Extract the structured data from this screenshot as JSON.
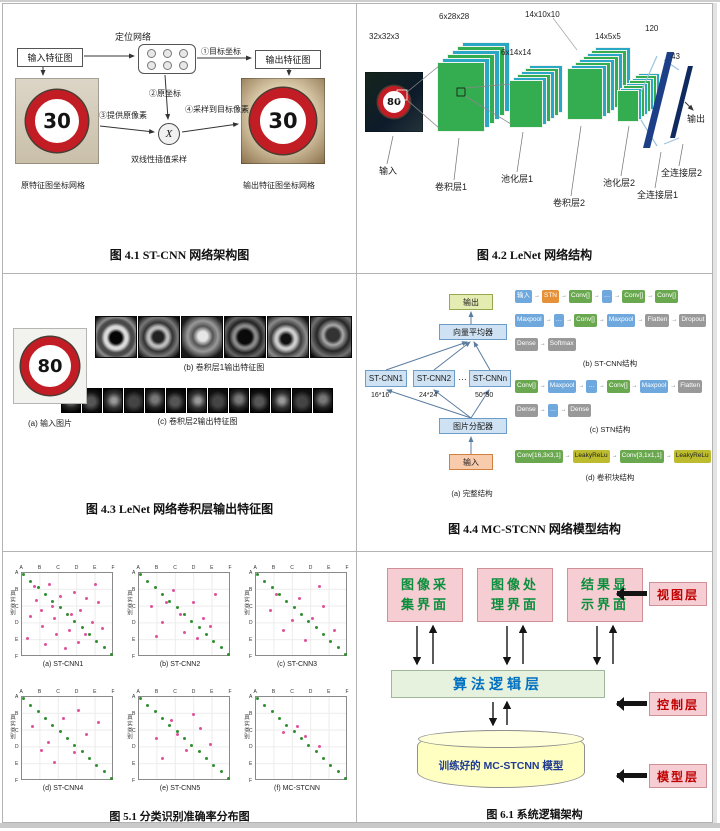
{
  "captions": {
    "fig41": "图 4.1 ST-CNN 网络架构图",
    "fig42": "图 4.2 LeNet 网络结构",
    "fig43": "图 4.3 LeNet 网络卷积层输出特征图",
    "fig44": "图 4.4 MC-STCNN 网络模型结构",
    "fig51": "图 5.1 分类识别准确率分布图",
    "fig61": "图 6.1  系统逻辑架构"
  },
  "stcnn": {
    "input_feature_map": "输入特征图",
    "localization_net": "定位网络",
    "output_feature_map": "输出特征图",
    "step1": "①目标坐标",
    "step2": "②原坐标",
    "step3": "③提供原像素",
    "step4": "④采样到目标像素",
    "sampler_label": "双线性插值采样",
    "x_symbol": "X",
    "left_grid_label": "原特征图坐标网格",
    "right_grid_label": "输出特征图坐标网格",
    "sign_text": "30"
  },
  "lenet": {
    "sign_text": "80",
    "sizes": {
      "input": "32x32x3",
      "conv1": "6x28x28",
      "pool1": "6x14x14",
      "conv2": "14x10x10",
      "pool2": "14x5x5",
      "fc1": "120",
      "fc2": "43"
    },
    "layers": {
      "input": "输入",
      "conv1": "卷积层1",
      "pool1": "池化层1",
      "conv2": "卷积层2",
      "pool2": "池化层2",
      "fc1": "全连接层1",
      "fc2": "全连接层2",
      "output": "输出"
    }
  },
  "featmaps": {
    "sign_text": "80",
    "label_a": "(a) 输入图片",
    "label_b": "(b) 卷积层1输出特征图",
    "label_c": "(c) 卷积层2输出特征图",
    "conv1_count": 6,
    "conv2_count": 13
  },
  "mcstcnn": {
    "left": {
      "output": "输出",
      "averager": "向量平均器",
      "nets": [
        "ST-CNN1",
        "ST-CNN2",
        "ST-CNNn"
      ],
      "dots": "…",
      "sizes": [
        "16*16",
        "24*24",
        "50*50"
      ],
      "dispatcher": "图片分配器",
      "input": "输入",
      "caption": "(a) 完整结构"
    },
    "chip_colors": {
      "green": "#6aa84f",
      "orange": "#e69138",
      "blue": "#6fa8dc",
      "gray": "#999999",
      "yellow": "#bcbc2e"
    },
    "rows": {
      "b1": [
        {
          "t": "输入",
          "c": "blue"
        },
        {
          "t": "STN",
          "c": "orange"
        },
        {
          "t": "Conv[]",
          "c": "green"
        },
        {
          "t": "…",
          "c": "blue"
        },
        {
          "t": "Conv[]",
          "c": "green"
        },
        {
          "t": "Conv[]",
          "c": "green"
        }
      ],
      "b2": [
        {
          "t": "Maxpool",
          "c": "blue"
        },
        {
          "t": "…",
          "c": "blue"
        },
        {
          "t": "Conv[]",
          "c": "green"
        },
        {
          "t": "Maxpool",
          "c": "blue"
        },
        {
          "t": "Flatten",
          "c": "gray"
        },
        {
          "t": "Dropout",
          "c": "gray"
        }
      ],
      "b3": [
        {
          "t": "Dense",
          "c": "gray"
        },
        {
          "t": "Softmax",
          "c": "gray"
        }
      ],
      "c1": [
        {
          "t": "Conv[]",
          "c": "green"
        },
        {
          "t": "Maxpool",
          "c": "blue"
        },
        {
          "t": "…",
          "c": "blue"
        },
        {
          "t": "Conv[]",
          "c": "green"
        },
        {
          "t": "Maxpool",
          "c": "blue"
        },
        {
          "t": "Flatten",
          "c": "gray"
        }
      ],
      "c2": [
        {
          "t": "Dense",
          "c": "gray"
        },
        {
          "t": "…",
          "c": "blue"
        },
        {
          "t": "Dense",
          "c": "gray"
        }
      ],
      "d1": [
        {
          "t": "Conv[16,3x3,1]",
          "c": "green"
        },
        {
          "t": "LeakyReLu",
          "c": "yellow"
        },
        {
          "t": "Conv[3,1x1,1]",
          "c": "green"
        },
        {
          "t": "LeakyReLu",
          "c": "yellow"
        }
      ]
    },
    "row_captions": {
      "b": "(b) ST-CNN结构",
      "c": "(c) STN结构",
      "d": "(d) 卷积块结构"
    }
  },
  "scatter": {
    "type": "scatter",
    "ylabel": "真实类别",
    "ticks": [
      "A",
      "B",
      "C",
      "D",
      "E",
      "F"
    ],
    "diag_color": "#2f8f2f",
    "point_color": "#e0519c",
    "plots": [
      {
        "label": "(a) ST-CNN1",
        "points": [
          [
            0.08,
            0.52
          ],
          [
            0.15,
            0.33
          ],
          [
            0.22,
            0.65
          ],
          [
            0.3,
            0.12
          ],
          [
            0.35,
            0.55
          ],
          [
            0.42,
            0.28
          ],
          [
            0.05,
            0.8
          ],
          [
            0.52,
            0.7
          ],
          [
            0.58,
            0.22
          ],
          [
            0.65,
            0.45
          ],
          [
            0.72,
            0.3
          ],
          [
            0.78,
            0.6
          ],
          [
            0.85,
            0.35
          ],
          [
            0.9,
            0.68
          ],
          [
            0.25,
            0.88
          ],
          [
            0.48,
            0.92
          ],
          [
            0.12,
            0.15
          ],
          [
            0.38,
            0.75
          ],
          [
            0.62,
            0.85
          ],
          [
            0.82,
            0.12
          ],
          [
            0.2,
            0.45
          ],
          [
            0.55,
            0.5
          ],
          [
            0.7,
            0.75
          ],
          [
            0.33,
            0.4
          ]
        ]
      },
      {
        "label": "(b) ST-CNN2",
        "points": [
          [
            0.12,
            0.4
          ],
          [
            0.25,
            0.6
          ],
          [
            0.38,
            0.2
          ],
          [
            0.5,
            0.72
          ],
          [
            0.6,
            0.35
          ],
          [
            0.72,
            0.55
          ],
          [
            0.85,
            0.25
          ],
          [
            0.18,
            0.78
          ],
          [
            0.45,
            0.5
          ],
          [
            0.65,
            0.8
          ],
          [
            0.8,
            0.65
          ],
          [
            0.3,
            0.35
          ]
        ]
      },
      {
        "label": "(c) ST-CNN3",
        "points": [
          [
            0.15,
            0.45
          ],
          [
            0.3,
            0.7
          ],
          [
            0.48,
            0.3
          ],
          [
            0.62,
            0.55
          ],
          [
            0.75,
            0.4
          ],
          [
            0.88,
            0.7
          ],
          [
            0.22,
            0.25
          ],
          [
            0.55,
            0.82
          ],
          [
            0.7,
            0.15
          ],
          [
            0.4,
            0.58
          ]
        ]
      },
      {
        "label": "(d) ST-CNN4",
        "points": [
          [
            0.1,
            0.35
          ],
          [
            0.28,
            0.55
          ],
          [
            0.45,
            0.25
          ],
          [
            0.58,
            0.68
          ],
          [
            0.72,
            0.45
          ],
          [
            0.85,
            0.3
          ],
          [
            0.35,
            0.8
          ],
          [
            0.62,
            0.15
          ],
          [
            0.2,
            0.65
          ]
        ]
      },
      {
        "label": "(e) ST-CNN5",
        "points": [
          [
            0.18,
            0.5
          ],
          [
            0.35,
            0.28
          ],
          [
            0.52,
            0.65
          ],
          [
            0.68,
            0.38
          ],
          [
            0.8,
            0.58
          ],
          [
            0.25,
            0.75
          ],
          [
            0.6,
            0.2
          ],
          [
            0.42,
            0.45
          ]
        ]
      },
      {
        "label": "(f) MC-STCNN",
        "points": [
          [
            0.3,
            0.42
          ],
          [
            0.55,
            0.48
          ],
          [
            0.7,
            0.6
          ],
          [
            0.45,
            0.35
          ]
        ]
      }
    ]
  },
  "system": {
    "top_boxes": [
      {
        "l1": "图像采",
        "l2": "集界面"
      },
      {
        "l1": "图像处",
        "l2": "理界面"
      },
      {
        "l1": "结果显",
        "l2": "示界面"
      }
    ],
    "logic_layer": "算法逻辑层",
    "model": "训练好的 MC-STCNN 模型",
    "side_labels": [
      "视图层",
      "控制层",
      "模型层"
    ],
    "box_pink": "#f6cdd2",
    "logic_green": "#e7f2de",
    "model_yellow": "#ffffc2"
  }
}
